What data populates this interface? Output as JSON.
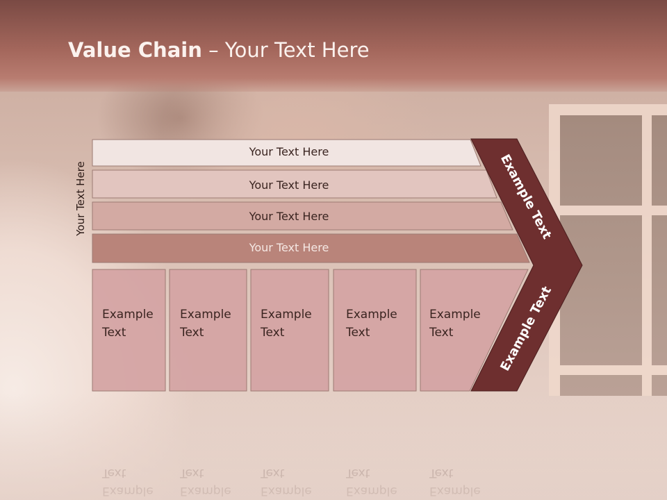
{
  "slide": {
    "title_bold": "Value Chain",
    "title_rest": " – Your Text Here",
    "vertical_label": "Your Text Here"
  },
  "bars": [
    {
      "label": "Your Text Here",
      "fill": "#f1e5e2"
    },
    {
      "label": "Your Text Here",
      "fill": "#e2c5bf"
    },
    {
      "label": "Your Text Here",
      "fill": "#d3aaa3"
    },
    {
      "label": "Your Text Here",
      "fill": "#b9847a"
    }
  ],
  "columns": [
    {
      "line1": "Example",
      "line2": "Text"
    },
    {
      "line1": "Example",
      "line2": "Text"
    },
    {
      "line1": "Example",
      "line2": "Text"
    },
    {
      "line1": "Example",
      "line2": "Text"
    },
    {
      "line1": "Example",
      "line2": "Text"
    }
  ],
  "chevron": {
    "upper_label": "Example Text",
    "lower_label": "Example Text",
    "fill": "#6e2f2f"
  },
  "colors": {
    "column_fill": "#d4a3a3",
    "header": "#a4675c"
  }
}
